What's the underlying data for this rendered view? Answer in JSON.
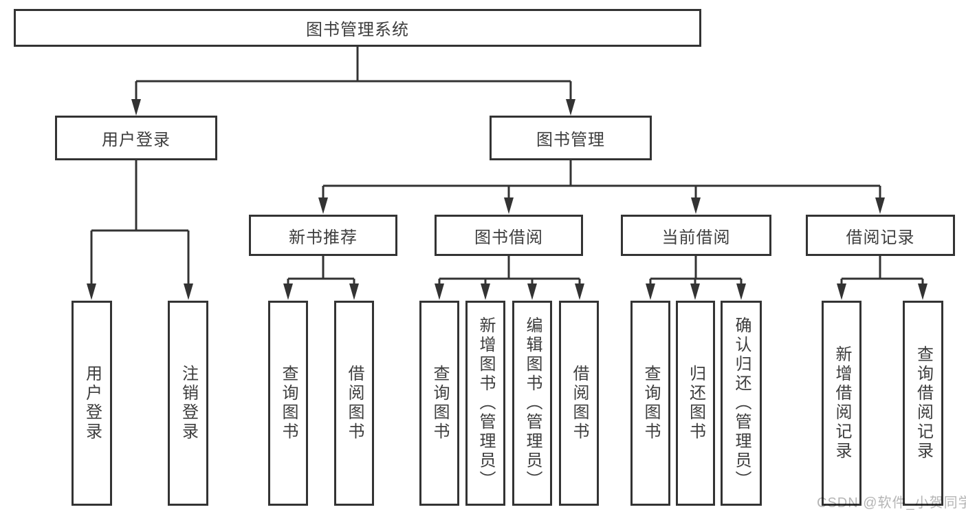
{
  "tree": {
    "label": "图书管理系统",
    "children": [
      {
        "label": "用户登录",
        "children": [
          {
            "label": "用户登录"
          },
          {
            "label": "注销登录"
          }
        ]
      },
      {
        "label": "图书管理",
        "children": [
          {
            "label": "新书推荐",
            "children": [
              {
                "label": "查询图书"
              },
              {
                "label": "借阅图书"
              }
            ]
          },
          {
            "label": "图书借阅",
            "children": [
              {
                "label": "查询图书"
              },
              {
                "label": "新增图书（管理员）"
              },
              {
                "label": "编辑图书（管理员）"
              },
              {
                "label": "借阅图书"
              }
            ]
          },
          {
            "label": "当前借阅",
            "children": [
              {
                "label": "查询图书"
              },
              {
                "label": "归还图书"
              },
              {
                "label": "确认归还（管理员）"
              }
            ]
          },
          {
            "label": "借阅记录",
            "children": [
              {
                "label": "新增借阅记录"
              },
              {
                "label": "查询借阅记录"
              }
            ]
          }
        ]
      }
    ]
  },
  "watermark": {
    "text": "CSDN @软件_小贺同学"
  },
  "colors": {
    "line": "#333333",
    "text": "#3d3d3d",
    "watermark": "#b5b5b5",
    "background": "#ffffff"
  }
}
